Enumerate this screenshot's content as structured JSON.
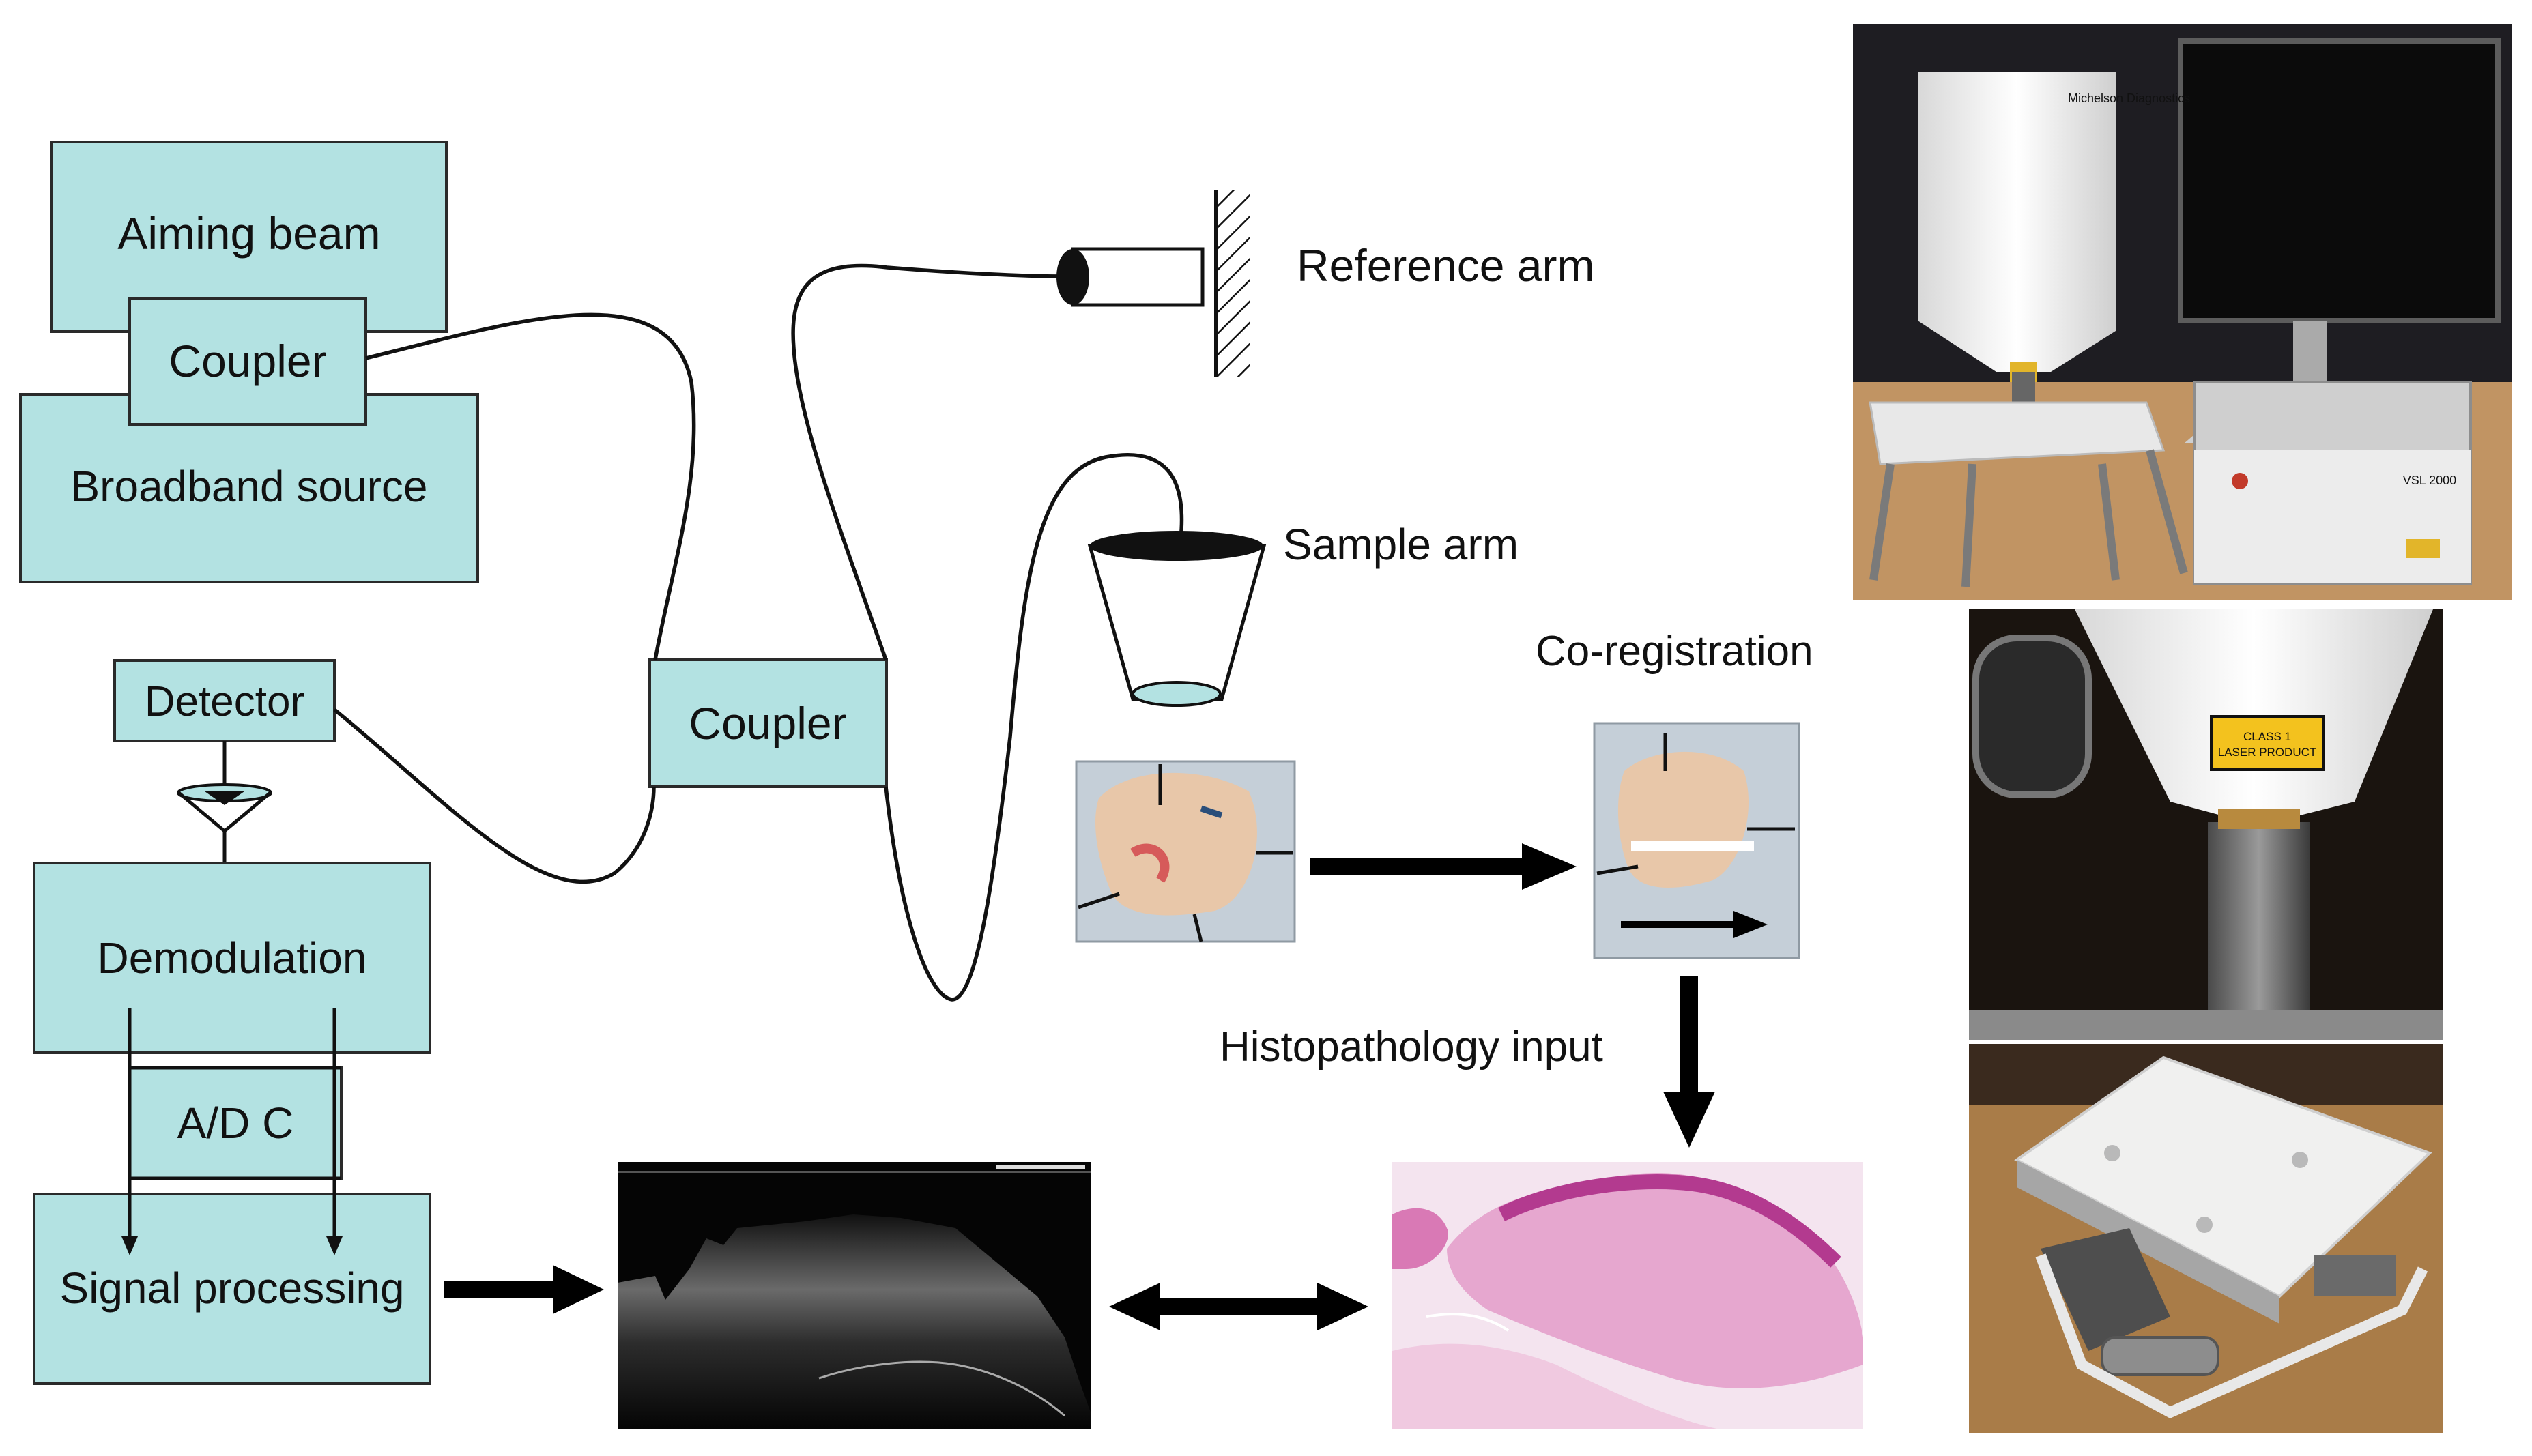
{
  "diagram": {
    "labels": {
      "aiming_beam": "Aiming beam",
      "coupler_top": "Coupler",
      "broadband_source": "Broadband source",
      "detector": "Detector",
      "demodulation": "Demodulation",
      "adc": "A/D C",
      "signal_processing": "Signal processing",
      "coupler_main": "Coupler",
      "reference_arm": "Reference arm",
      "sample_arm": "Sample arm",
      "co_registration": "Co-registration",
      "histopathology_input": "Histopathology input"
    },
    "photo_text": {
      "device_brand": "Michelson Diagnostics",
      "device_model": "VSL 2000",
      "laser_label_line1": "CLASS 1",
      "laser_label_line2": "LASER PRODUCT"
    },
    "colors": {
      "box_fill": "#b3e2e2",
      "box_stroke": "#2a2a2a",
      "lines": "#111111",
      "histology_pink": "#d979b5"
    },
    "icons": [
      "mirror-icon",
      "lens-icon",
      "probe-icon"
    ]
  }
}
